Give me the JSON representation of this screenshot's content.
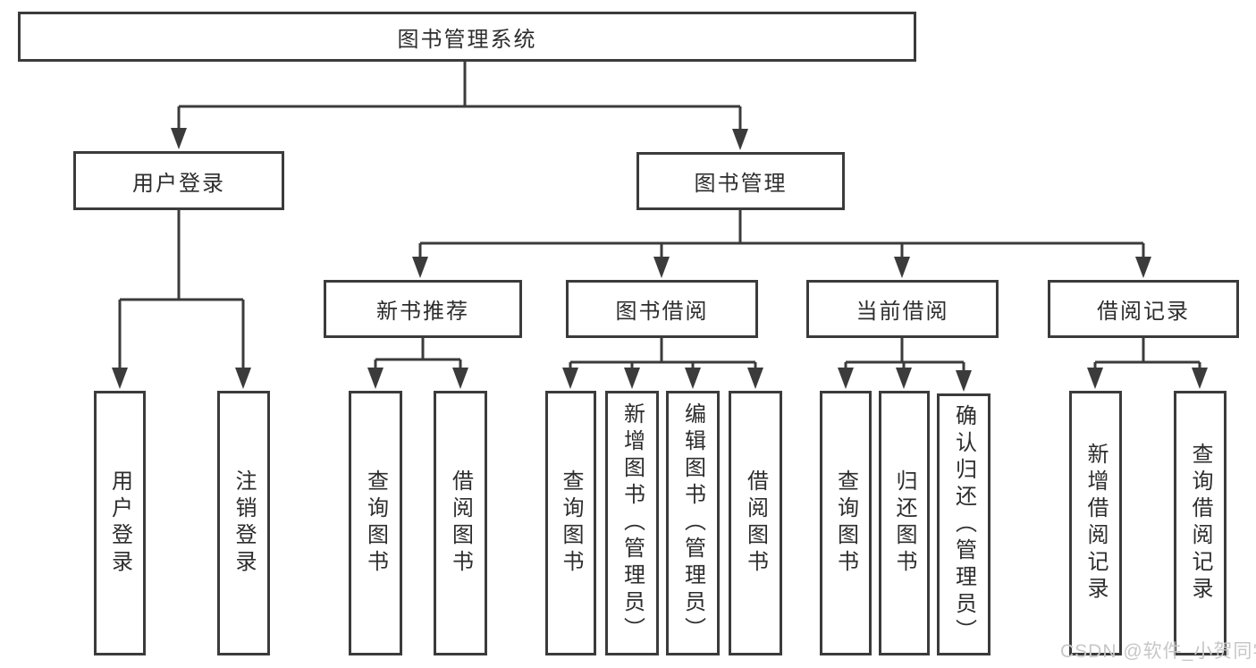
{
  "diagram": {
    "type": "hierarchy-tree",
    "colors": {
      "line": "#3b3b3b",
      "text": "#2d2d2d",
      "watermark": "#c7c7c7",
      "background": "#ffffff"
    },
    "tree": {
      "root": {
        "label": "图书管理系统"
      },
      "branches": [
        {
          "label": "用户登录",
          "leaves": [
            {
              "label": "用户登录"
            },
            {
              "label": "注销登录"
            }
          ]
        },
        {
          "label": "图书管理",
          "groups": [
            {
              "label": "新书推荐",
              "leaves": [
                {
                  "label": "查询图书"
                },
                {
                  "label": "借阅图书"
                }
              ]
            },
            {
              "label": "图书借阅",
              "leaves": [
                {
                  "label": "查询图书"
                },
                {
                  "label": "新增图书（管理员）"
                },
                {
                  "label": "编辑图书（管理员）"
                },
                {
                  "label": "借阅图书"
                }
              ]
            },
            {
              "label": "当前借阅",
              "leaves": [
                {
                  "label": "查询图书"
                },
                {
                  "label": "归还图书"
                },
                {
                  "label": "确认归还（管理员）"
                }
              ]
            },
            {
              "label": "借阅记录",
              "leaves": [
                {
                  "label": "新增借阅记录"
                },
                {
                  "label": "查询借阅记录"
                }
              ]
            }
          ]
        }
      ]
    },
    "watermark": "CSDN @软件_小贺同学"
  }
}
